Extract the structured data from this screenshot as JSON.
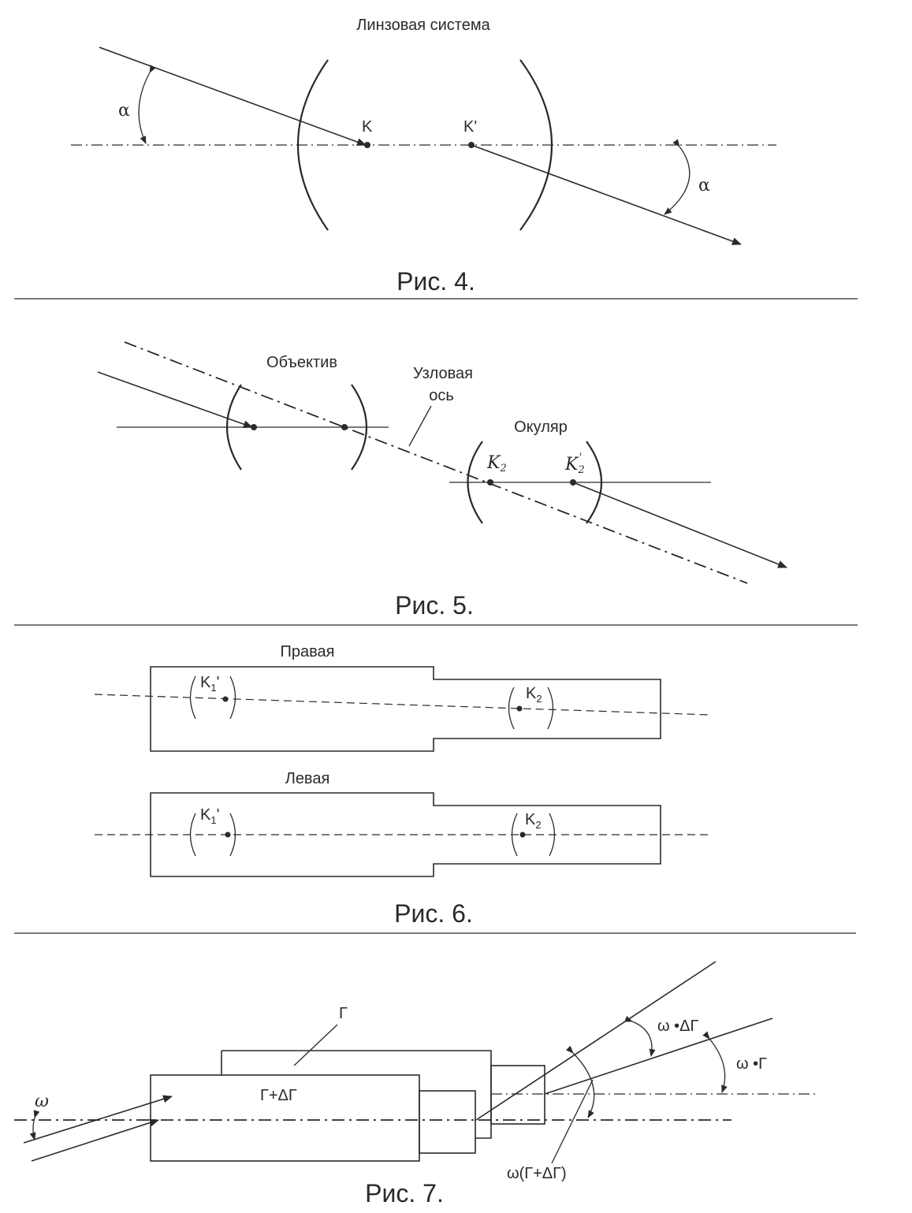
{
  "fig4": {
    "title": "Линзовая система",
    "k": "K",
    "k_prime": "K'",
    "alpha_left": "α",
    "alpha_right": "α",
    "caption": "Рис. 4."
  },
  "fig5": {
    "objective": "Объектив",
    "nodal_axis_line1": "Узловая",
    "nodal_axis_line2": "ось",
    "eyepiece": "Окуляр",
    "k2": "K",
    "k2_sub": "2",
    "k2_prime": "K",
    "k2_prime_sub": "2",
    "k2_prime_mark": "'",
    "caption": "Рис. 5."
  },
  "fig6": {
    "right_label": "Правая",
    "left_label": "Левая",
    "k1_prime": "K",
    "k1_sub": "1",
    "k1_mark": "'",
    "k2": "K",
    "k2_sub": "2",
    "caption": "Рис. 6."
  },
  "fig7": {
    "gamma": "Г",
    "gamma_plus_delta": "Г+ΔГ",
    "omega": "ω",
    "omega_delta_gamma": "ω •ΔГ",
    "omega_gamma": "ω •Г",
    "omega_gamma_sum": "ω(Г+ΔГ)",
    "caption": "Рис. 7."
  }
}
